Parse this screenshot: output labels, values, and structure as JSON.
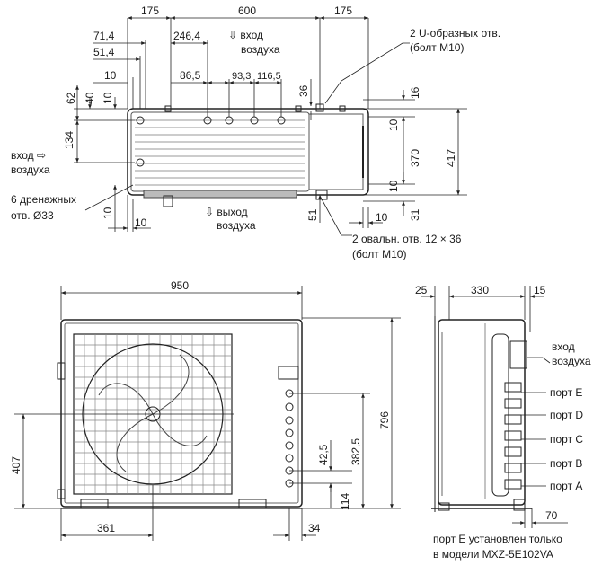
{
  "top_view": {
    "dims_top": [
      "175",
      "600",
      "175"
    ],
    "dims_left": [
      "71,4",
      "51,4",
      "10",
      "246,4",
      "86,5",
      "93,3",
      "116,5"
    ],
    "dims_vertical_left": [
      "62",
      "40",
      "10",
      "134",
      "10"
    ],
    "dim_bottom_10": "10",
    "dim_36": "36",
    "dims_right": [
      "16",
      "10",
      "370",
      "417",
      "10",
      "31"
    ],
    "dims_bottom_right": [
      "51",
      "10"
    ],
    "air_in_top": "⇩ вход\nвоздуха",
    "air_in_top_l1": "вход",
    "air_in_top_l2": "воздуха",
    "air_in_left_l1": "вход ⇨",
    "air_in_left_l2": "воздуха",
    "air_out_bottom_l1": "выход",
    "air_out_bottom_l2": "воздуха",
    "u_holes_l1": "2 U-образных отв.",
    "u_holes_l2": "(болт M10)",
    "drain_l1": "6 дренажных",
    "drain_l2": "отв. Ø33",
    "oval_l1": "2 овальн. отв. 12 × 36",
    "oval_l2": "(болт M10)"
  },
  "front_view": {
    "width": "950",
    "height": "796",
    "left_height": "407",
    "bottom_left": "361",
    "bottom_right": "34",
    "d_382": "382,5",
    "d_42": "42,5",
    "d_114": "114"
  },
  "side_view": {
    "d_25": "25",
    "d_330": "330",
    "d_15": "15",
    "d_70": "70",
    "air_in_l1": "вход",
    "air_in_l2": "воздуха",
    "ports": [
      "порт E",
      "порт D",
      "порт C",
      "порт B",
      "порт A"
    ],
    "note_l1": "порт E установлен только",
    "note_l2": "в модели MXZ-5E102VA"
  }
}
